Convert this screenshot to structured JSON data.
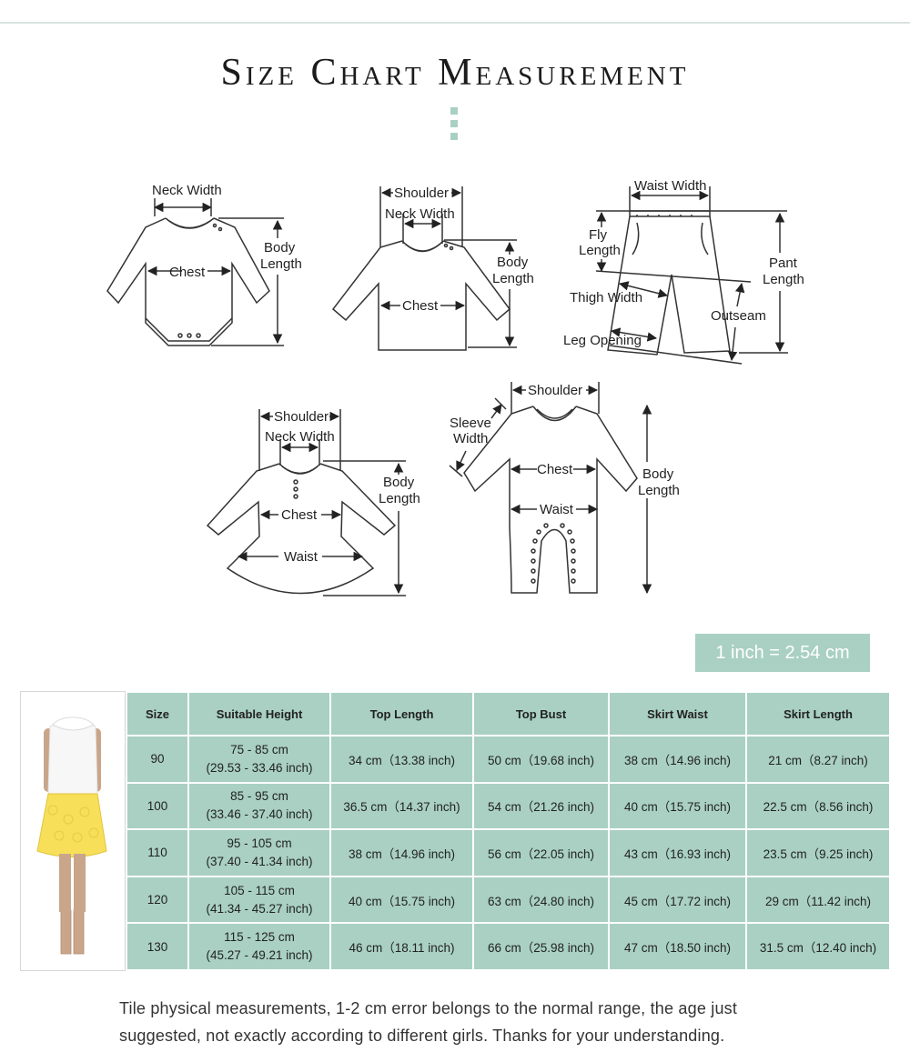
{
  "title": "Size Chart Measurement",
  "diagrams": {
    "bodysuit": {
      "neck_width": "Neck Width",
      "body_length_1": "Body",
      "body_length_2": "Length",
      "chest": "Chest"
    },
    "sweater": {
      "shoulder": "Shoulder",
      "neck_width": "Neck Width",
      "body_length_1": "Body",
      "body_length_2": "Length",
      "chest": "Chest"
    },
    "pants": {
      "waist_width": "Waist Width",
      "fly_length_1": "Fly",
      "fly_length_2": "Length",
      "pant_length_1": "Pant",
      "pant_length_2": "Length",
      "thigh_width": "Thigh Width",
      "outseam": "Outseam",
      "leg_opening": "Leg Opening"
    },
    "dress": {
      "shoulder": "Shoulder",
      "neck_width": "Neck Width",
      "body_length_1": "Body",
      "body_length_2": "Length",
      "chest": "Chest",
      "waist": "Waist"
    },
    "romper": {
      "shoulder": "Shoulder",
      "sleeve_width_1": "Sleeve",
      "sleeve_width_2": "Width",
      "chest": "Chest",
      "waist": "Waist",
      "body_length_1": "Body",
      "body_length_2": "Length"
    }
  },
  "conversion": "1 inch = 2.54 cm",
  "table": {
    "headers": [
      "Size",
      "Suitable Height",
      "Top Length",
      "Top Bust",
      "Skirt Waist",
      "Skirt Length"
    ],
    "rows": [
      {
        "size": "90",
        "height_cm": "75 - 85 cm",
        "height_in": "(29.53 - 33.46 inch)",
        "top_length": "34 cm（13.38 inch)",
        "top_bust": "50 cm（19.68 inch)",
        "skirt_waist": "38 cm（14.96 inch)",
        "skirt_length": "21 cm（8.27 inch)"
      },
      {
        "size": "100",
        "height_cm": "85 - 95 cm",
        "height_in": "(33.46 - 37.40 inch)",
        "top_length": "36.5 cm（14.37 inch)",
        "top_bust": "54 cm（21.26 inch)",
        "skirt_waist": "40 cm（15.75 inch)",
        "skirt_length": "22.5 cm（8.56 inch)"
      },
      {
        "size": "110",
        "height_cm": "95 - 105 cm",
        "height_in": "(37.40 - 41.34 inch)",
        "top_length": "38 cm（14.96 inch)",
        "top_bust": "56 cm（22.05 inch)",
        "skirt_waist": "43 cm（16.93 inch)",
        "skirt_length": "23.5 cm（9.25 inch)"
      },
      {
        "size": "120",
        "height_cm": "105 - 115 cm",
        "height_in": "(41.34 - 45.27 inch)",
        "top_length": "40 cm（15.75 inch)",
        "top_bust": "63 cm（24.80 inch)",
        "skirt_waist": "45 cm（17.72 inch)",
        "skirt_length": "29 cm（11.42 inch)"
      },
      {
        "size": "130",
        "height_cm": "115 - 125 cm",
        "height_in": "(45.27 - 49.21 inch)",
        "top_length": "46 cm（18.11 inch)",
        "top_bust": "66 cm（25.98 inch)",
        "skirt_waist": "47 cm（18.50 inch)",
        "skirt_length": "31.5 cm（12.40 inch)"
      }
    ]
  },
  "note_line1": "Tile physical measurements, 1-2 cm error belongs to the normal range, the age just",
  "note_line2": "suggested, not exactly according to different girls. Thanks for your understanding.",
  "colors": {
    "accent": "#a9d0c3",
    "outline": "#333333"
  }
}
